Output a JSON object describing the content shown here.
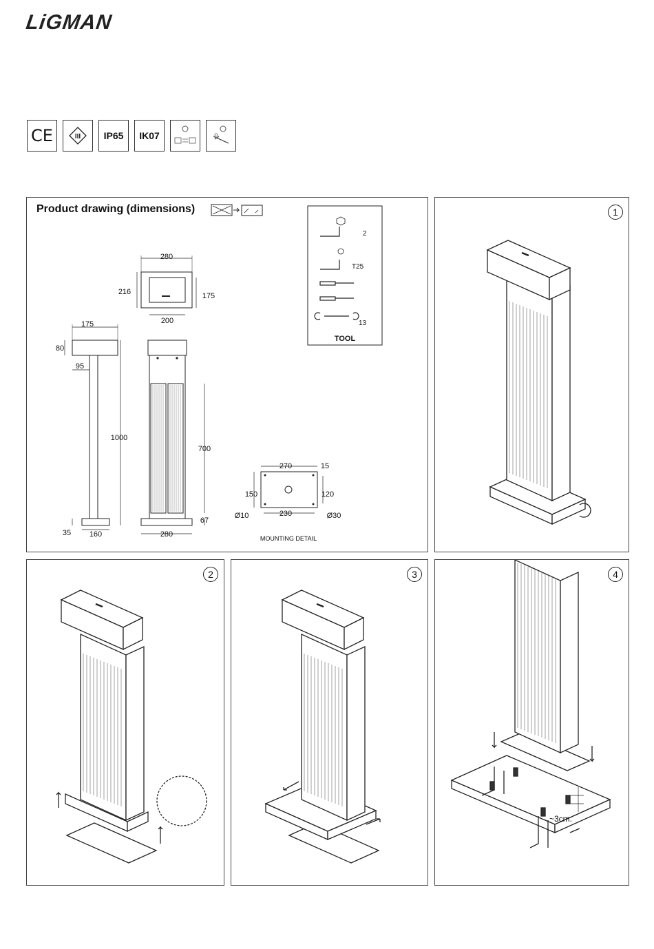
{
  "brand": {
    "logo_text": "LiGMAN"
  },
  "certifications": [
    {
      "id": "ce",
      "label": "CE"
    },
    {
      "id": "class3",
      "label": "III"
    },
    {
      "id": "ip",
      "label": "IP65"
    },
    {
      "id": "ik",
      "label": "IK07"
    },
    {
      "id": "voltage",
      "label": ""
    },
    {
      "id": "install",
      "label": ""
    }
  ],
  "drawing": {
    "title": "Product drawing (dimensions)",
    "dims": {
      "top_width": "280",
      "top_depth": "216",
      "top_depth_inner": "175",
      "top_inner": "200",
      "side_head_width": "175",
      "side_head_height": "80",
      "side_pole": "95",
      "height": "1000",
      "side_base": "35",
      "side_base_width": "160",
      "grille_height": "700",
      "base_height": "67",
      "front_base_width": "280"
    },
    "mounting": {
      "label": "MOUNTING DETAIL",
      "d270": "270",
      "d15": "15",
      "d150": "150",
      "d120": "120",
      "d10": "Ø10",
      "d230": "230",
      "d30": "Ø30"
    },
    "tools": {
      "label": "TOOL",
      "hex": "2",
      "torx": "T25",
      "wrench": "13"
    }
  },
  "steps": [
    "1",
    "2",
    "3",
    "4"
  ],
  "step4_note": "~3cm."
}
